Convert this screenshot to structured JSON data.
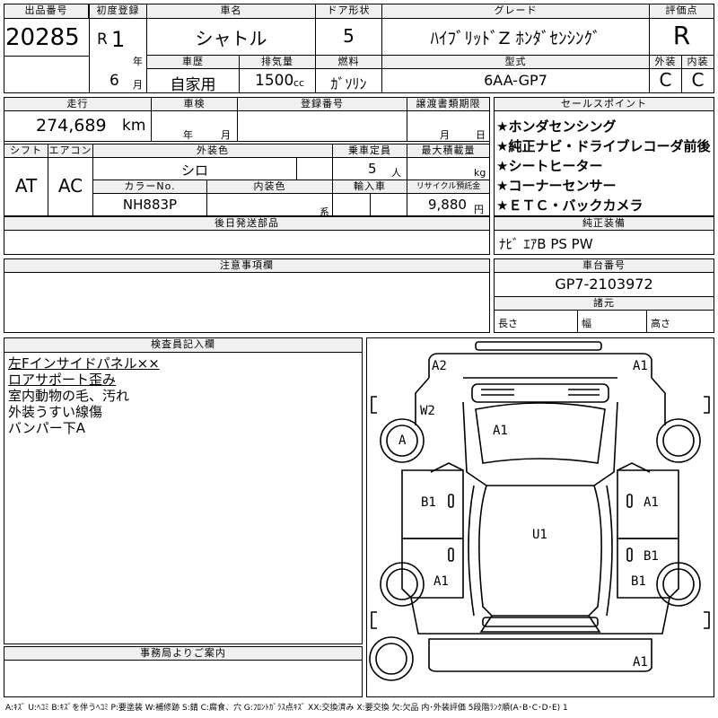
{
  "top": {
    "lot_no_label": "出品番号",
    "lot_no": "20285",
    "first_reg_label": "初度登録",
    "era": "R",
    "year_num": "1",
    "year_unit": "年",
    "month_num": "6",
    "month_unit": "月",
    "car_name_label": "車名",
    "car_name": "シャトル",
    "door_label": "ドア形状",
    "door": "5",
    "grade_label": "グレード",
    "grade": "ﾊｲﾌﾞﾘｯﾄﾞZ ﾎﾝﾀﾞｾﾝｼﾝｸﾞ",
    "score_label": "評価点",
    "score": "R",
    "history_label": "車歴",
    "history": "自家用",
    "displacement_label": "排気量",
    "displacement": "1500",
    "displacement_unit": "cc",
    "fuel_label": "燃料",
    "fuel": "ｶﾞｿﾘﾝ",
    "model_label": "型式",
    "model": "6AA-GP7",
    "ext_label": "外装",
    "ext": "C",
    "int_label": "内装",
    "int": "C"
  },
  "mid": {
    "mileage_label": "走行",
    "mileage": "274,689",
    "mileage_unit": "km",
    "inspection_label": "車検",
    "insp_year_unit": "年",
    "insp_month_unit": "月",
    "reg_no_label": "登録番号",
    "transfer_label": "譲渡書類期限",
    "transfer_month_unit": "月",
    "transfer_day_unit": "日",
    "shift_label": "シフト",
    "shift": "AT",
    "ac_label": "エアコン",
    "ac": "AC",
    "ext_color_label": "外装色",
    "ext_color": "シロ",
    "capacity_label": "乗車定員",
    "capacity": "5",
    "capacity_unit": "人",
    "load_label": "最大積載量",
    "load_unit": "kg",
    "color_no_label": "カラーNo.",
    "color_no": "NH883P",
    "int_color_label": "内装色",
    "int_color_unit": "系",
    "import_label": "輸入車",
    "recycle_label": "リサイクル預託金",
    "recycle": "9,880",
    "recycle_unit": "円",
    "later_label": "後日発送部品"
  },
  "sales": {
    "label": "セールスポイント",
    "items": [
      "★ホンダセンシング",
      "★純正ナビ・ドライブレコーダ前後",
      "★シートヒーター",
      "★コーナーセンサー",
      "★ＥＴＣ・バックカメラ"
    ]
  },
  "equip": {
    "label": "純正装備",
    "value": "ﾅﾋﾞ ｴｱB PS PW"
  },
  "caution": {
    "label": "注意事項欄"
  },
  "chassis": {
    "label": "車台番号",
    "value": "GP7-2103972",
    "dims_label": "諸元",
    "length_label": "長さ",
    "width_label": "幅",
    "height_label": "高さ"
  },
  "inspector": {
    "label": "検査員記入欄",
    "notes": [
      "左Fインサイドパネル××",
      "ロアサポート歪み",
      "室内動物の毛、汚れ",
      "外装うすい線傷",
      "バンパー下A"
    ]
  },
  "office": {
    "label": "事務局よりご案内"
  },
  "diagram": {
    "marks": {
      "front_left": "A2",
      "front_right": "A1",
      "windshield": "W2",
      "front_left_wheel": "A",
      "hood": "A1",
      "left_front_door": "B1",
      "right_front_door": "A1",
      "roof": "U1",
      "left_rear_door": "A1",
      "right_rear_door": "B1",
      "left_rear": "A1",
      "right_rear": "B1",
      "rear_bumper": "A1"
    }
  },
  "legend": "A:ｷｽﾞ U:ﾍｺﾐ B:ｷｽﾞを伴うﾍｺﾐ P:要塗装 W:補修跡 S:錆 C:腐食、穴 G:ﾌﾛﾝﾄｶﾞﾗｽ点ｷｽﾞ XX:交換済み X:要交換 欠:欠品 内･外装評価 5段階ﾗﾝｸ順(A･B･C･D･E) 1"
}
